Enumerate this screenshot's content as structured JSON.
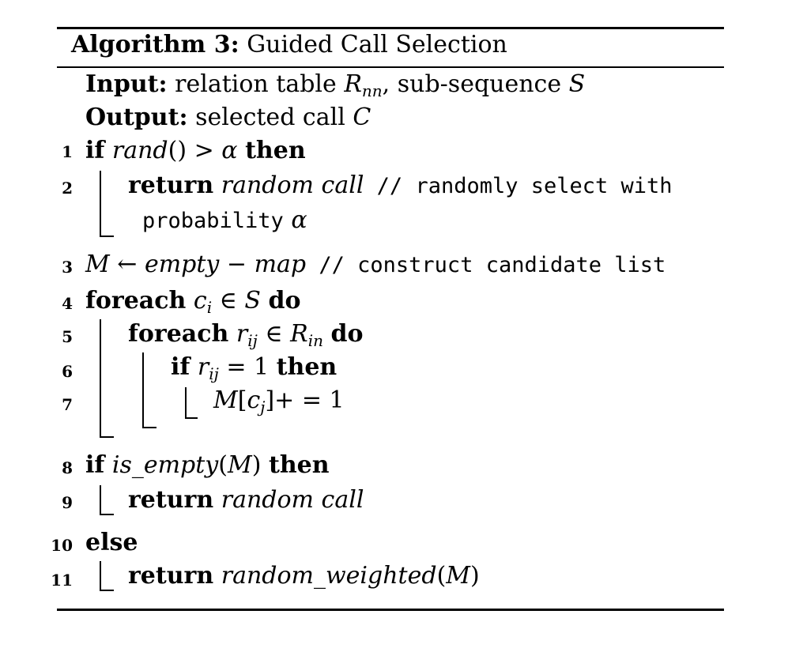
{
  "algorithm": {
    "label": "Algorithm 3:",
    "title": "Guided Call Selection"
  },
  "io": {
    "input_label": "Input:",
    "input_text": "relation table",
    "input_var": "R",
    "input_sub": "nn",
    "input_rest": ", sub-sequence",
    "input_seq": "S",
    "output_label": "Output:",
    "output_text": "selected call",
    "output_var": "C"
  },
  "lines": [
    {
      "n": "1",
      "kw_if": "if",
      "expr": "rand",
      "paren": "()",
      "op": " > ",
      "alpha": "α",
      "kw_then": "then"
    },
    {
      "n": "2",
      "kw_return": "return",
      "call": "random call",
      "comment": " // randomly select with",
      "comment2": "probability",
      "alpha": "α"
    },
    {
      "n": "3",
      "var": "M",
      "arrow": " ← ",
      "expr": "empty",
      "dash": " − ",
      "expr2": "map",
      "comment": " // construct candidate list"
    },
    {
      "n": "4",
      "kw_foreach": "foreach",
      "var": "c",
      "sub": "i",
      "op": " ∈ ",
      "set": "S",
      "kw_do": "do"
    },
    {
      "n": "5",
      "kw_foreach": "foreach",
      "var": "r",
      "sub": "ij",
      "op": " ∈ ",
      "set": "R",
      "set_sub": "in",
      "kw_do": "do"
    },
    {
      "n": "6",
      "kw_if": "if",
      "var": "r",
      "sub": "ij",
      "op": " = 1 ",
      "kw_then": "then"
    },
    {
      "n": "7",
      "var": "M",
      "open": "[",
      "c": "c",
      "sub": "j",
      "close": "]+ = 1"
    },
    {
      "n": "8",
      "kw_if": "if",
      "fn": "is_empty",
      "open": "(",
      "arg": "M",
      "close": ")",
      "kw_then": "then"
    },
    {
      "n": "9",
      "kw_return": "return",
      "call": "random call"
    },
    {
      "n": "10",
      "kw_else": "else"
    },
    {
      "n": "11",
      "kw_return": "return",
      "fn": "random_weighted",
      "open": "(",
      "arg": "M",
      "close": ")"
    }
  ]
}
